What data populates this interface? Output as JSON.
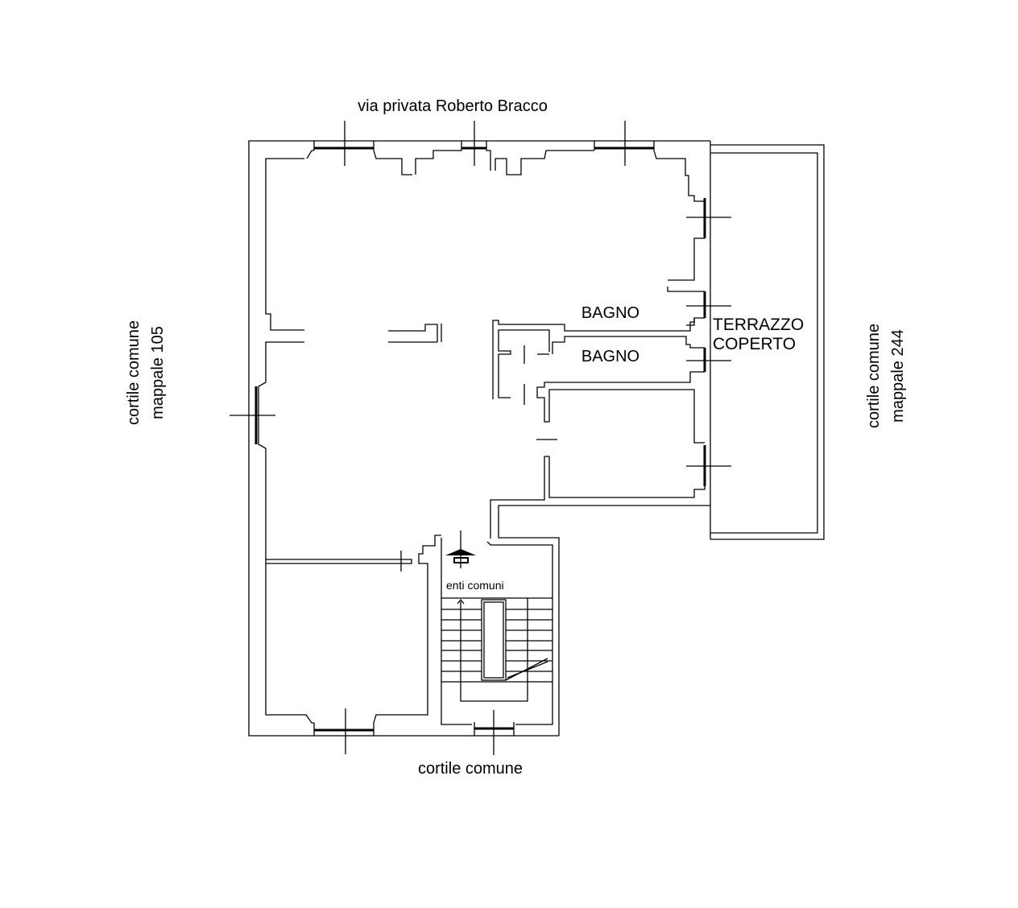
{
  "labels": {
    "street": "via privata Roberto Bracco",
    "left_courtyard_line1": "cortile comune",
    "left_courtyard_line2": "mappale 105",
    "right_courtyard_line1": "cortile comune",
    "right_courtyard_line2": "mappale 244",
    "bottom_courtyard": "cortile comune",
    "bathroom_1": "BAGNO",
    "bathroom_2": "BAGNO",
    "terrace_line1": "TERRAZZO",
    "terrace_line2": "COPERTO",
    "common_area": "enti comuni"
  },
  "colors": {
    "line": "#000000",
    "background": "#ffffff"
  }
}
